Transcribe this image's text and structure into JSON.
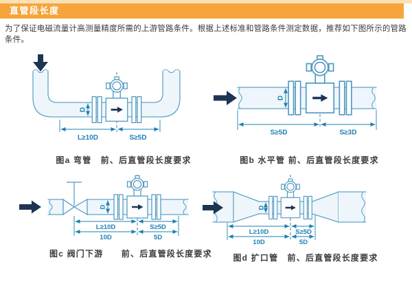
{
  "header": {
    "title": "直管段长度"
  },
  "intro": "为了保证电磁流量计高测量精度所需的上游管路条件。根据上述标准和管路条件测定数据，推荐如下图所示的管路条件。",
  "colors": {
    "header_bar": "#F5A53C",
    "header_strip": "#FAE0B4",
    "diagram_line_blue": "#63A3C6",
    "dimension_blue": "#1E80B4",
    "flow_arrow_navy": "#1D3552",
    "pipe_fill": "#EEF6FB",
    "caption_text": "#3C3C3C"
  },
  "figures": {
    "a": {
      "caption": "图a 弯管　前、后直管段长度要求",
      "labels": {
        "diameter": "D",
        "upstream": "L≥10D",
        "downstream": "S≥5D"
      }
    },
    "b": {
      "caption": "图b 水平管 前、后直管段长度要求",
      "labels": {
        "diameter": "D",
        "upstream": "S≥5D",
        "downstream": "S≥3D"
      }
    },
    "c": {
      "caption": "图c 阀门下游　　前、后直管段长度要求",
      "labels": {
        "diameter": "D",
        "upstream": "L≥10D",
        "downstream": "S≥5D",
        "upstream_exact": "10D",
        "downstream_exact": "5D"
      }
    },
    "d": {
      "caption": "图d 扩口管　前、后直管段长度要求",
      "labels": {
        "diameter": "D",
        "upstream": "L≥10D",
        "downstream": "S≥5D",
        "upstream_exact": "10D",
        "downstream_exact": "5D"
      }
    }
  }
}
